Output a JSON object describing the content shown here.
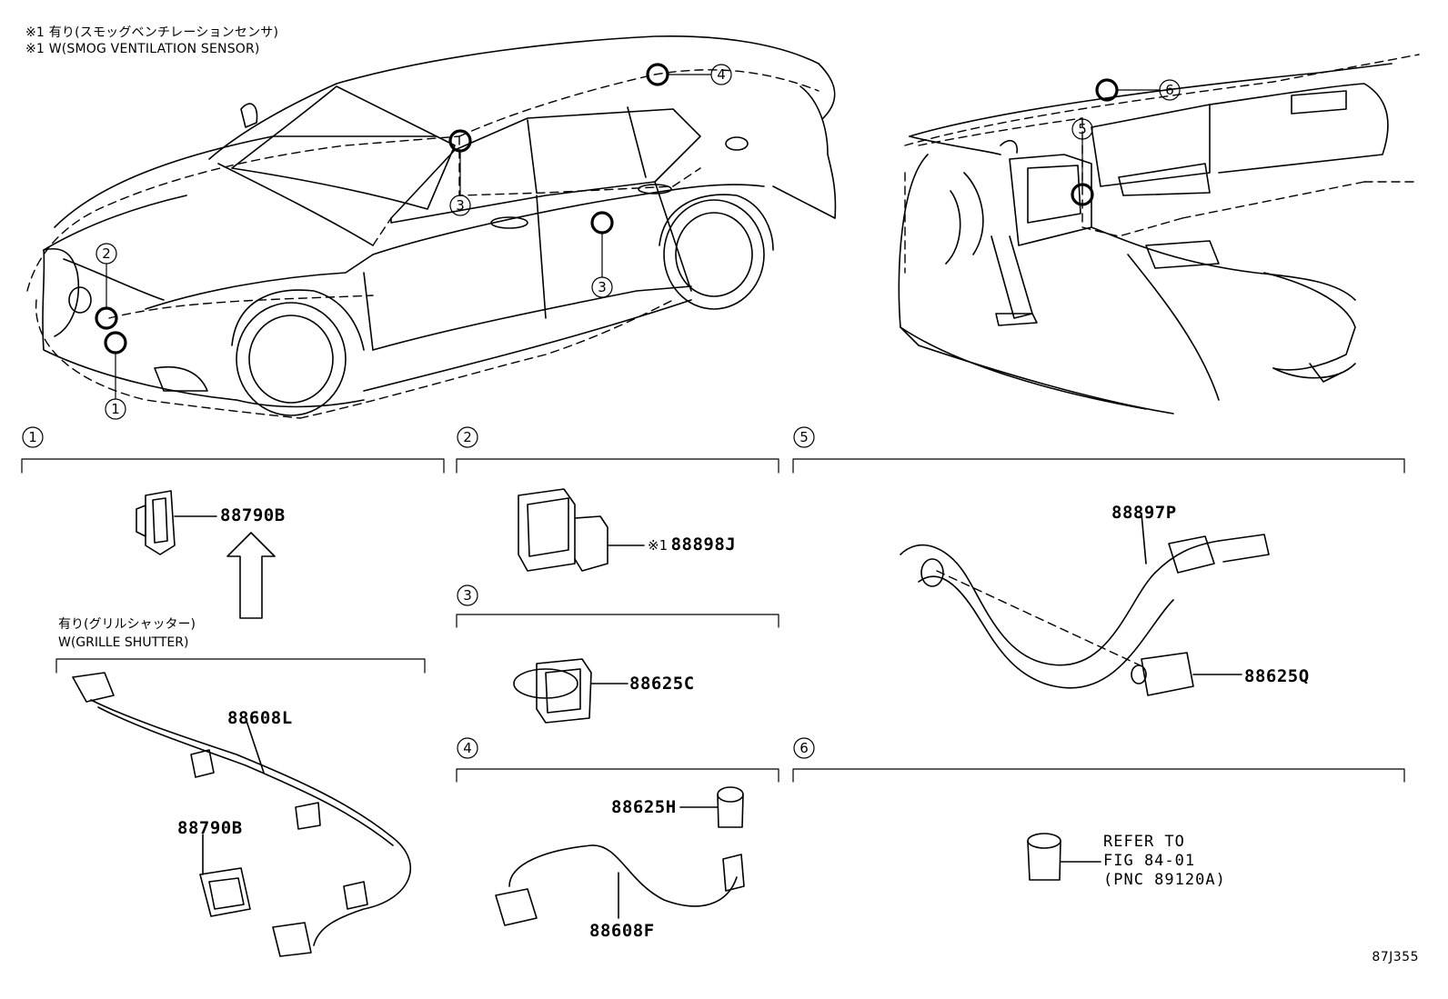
{
  "notes": {
    "line1": "※1 有り(スモッグベンチレーションセンサ)",
    "line2": "※1 W(SMOG VENTILATION SENSOR)"
  },
  "callouts": {
    "c1": "1",
    "c2": "2",
    "c3": "3",
    "c4": "4",
    "c5": "5",
    "c6": "6"
  },
  "sections": {
    "s1": "1",
    "s2": "2",
    "s3": "3",
    "s4": "4",
    "s5": "5",
    "s6": "6"
  },
  "parts": {
    "p88790B_top": "88790B",
    "p88898J_mark": "※1",
    "p88898J": "88898J",
    "p88625C": "88625C",
    "p88608L": "88608L",
    "p88790B_bottom": "88790B",
    "p88625H": "88625H",
    "p88608F": "88608F",
    "p88897P": "88897P",
    "p88625Q": "88625Q"
  },
  "grille_shutter": {
    "jp": "有り(グリルシャッター)",
    "en": "W(GRILLE SHUTTER)"
  },
  "refer": {
    "line1": "REFER TO",
    "line2": "FIG 84-01",
    "line3": "(PNC 89120A)"
  },
  "figure_code": "87J355"
}
